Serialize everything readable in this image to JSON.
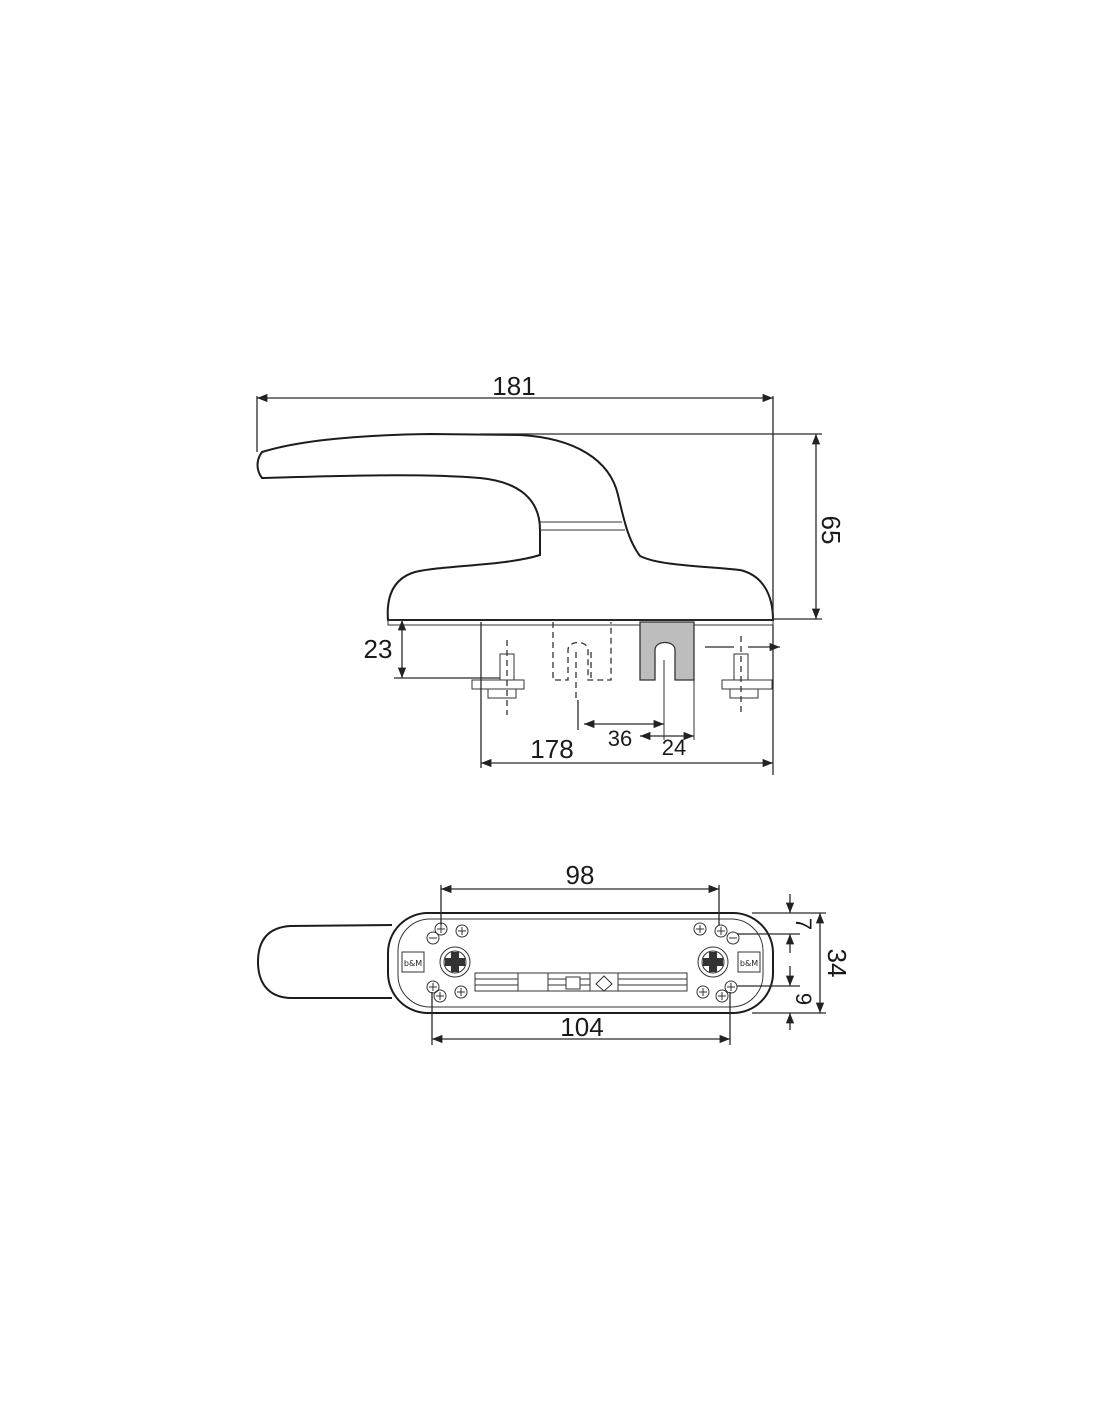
{
  "side_view": {
    "overall_length": "181",
    "height": "65",
    "base_height": "23",
    "spindle_span": "178",
    "spacing_a": "36",
    "spacing_b": "24"
  },
  "bottom_view": {
    "hole_spacing_top": "98",
    "plate_length": "104",
    "plate_width": "34",
    "offset_top": "7",
    "offset_bottom": "9",
    "badge_left": "b&M",
    "badge_right": "b&M"
  }
}
